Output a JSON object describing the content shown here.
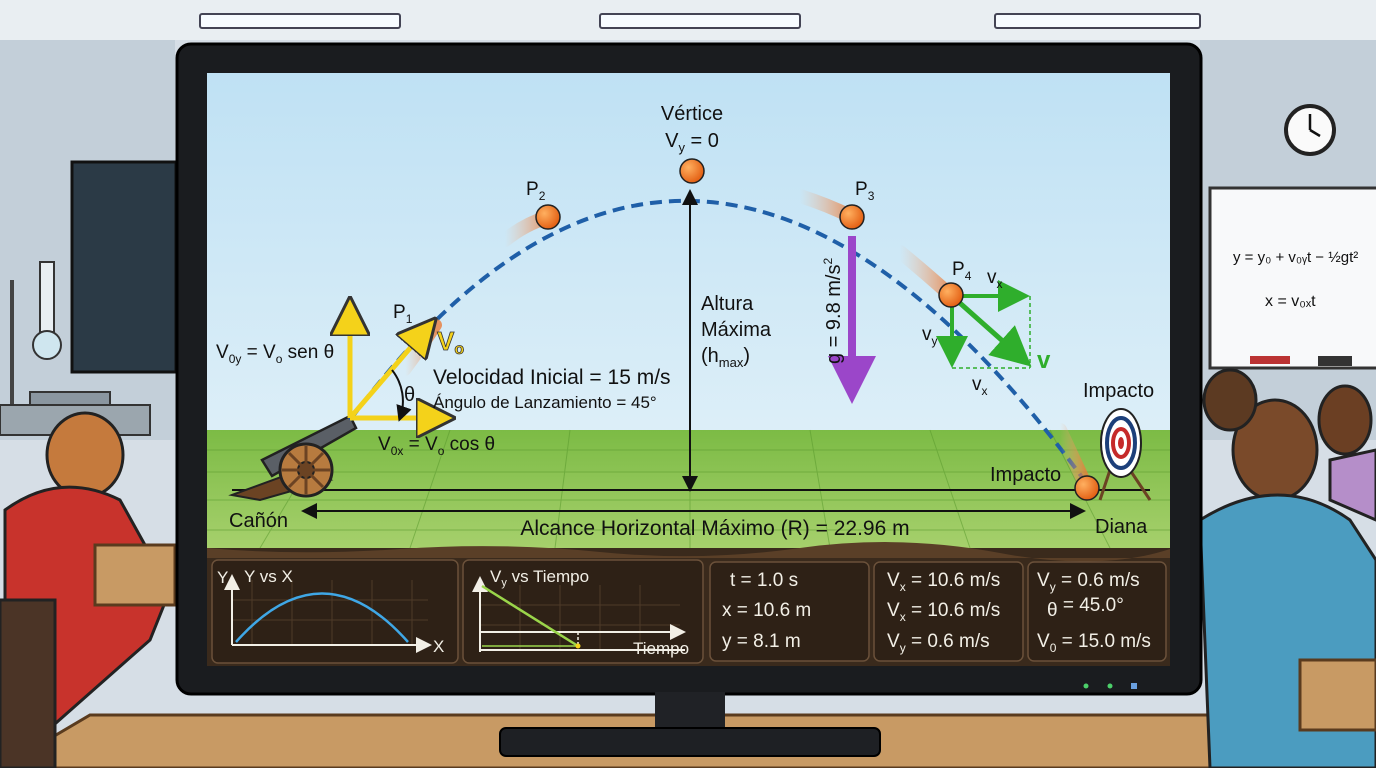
{
  "diagram": {
    "vertex_label": "Vértice",
    "vertex_vy": "V",
    "vertex_vy_sub": "y",
    "vertex_vy_eq": " = 0",
    "p1": "P",
    "p1_sub": "1",
    "p2": "P",
    "p2_sub": "2",
    "p3": "P",
    "p3_sub": "3",
    "p4": "P",
    "p4_sub": "4",
    "v0_label": "V",
    "v0_sub": "o",
    "v0y_eq": {
      "a": "V",
      "a_sub": "0y",
      "b": " = V",
      "b_sub": "o",
      "c": " sen θ"
    },
    "v0x_eq": {
      "a": "V",
      "a_sub": "0x",
      "b": " = V",
      "b_sub": "o",
      "c": " cos θ"
    },
    "theta": "θ",
    "initial_velocity": "Velocidad Inicial = 15 m/s",
    "launch_angle": "Ángulo de Lanzamiento = 45°",
    "max_height_1": "Altura",
    "max_height_2": "Máxima",
    "max_height_3": "(h",
    "max_height_sub": "max",
    "max_height_4": ")",
    "gravity": "g = 9.8 m/s",
    "gravity_sup": "2",
    "vx": "v",
    "vx_sub": "x",
    "vy": "v",
    "vy_sub": "y",
    "v": "v",
    "impact_top": "Impacto",
    "impact_bottom": "Impacto",
    "cannon": "Cañón",
    "target": "Diana",
    "range": "Alcance Horizontal Máximo (R) = 22.96 m"
  },
  "whiteboard": {
    "eq1": "y = y₀ + v₀ᵧt − ½gt²",
    "eq2": "x = v₀ₓt"
  },
  "panels": {
    "yx": {
      "axis_y": "Y",
      "title": "Y vs X",
      "axis_x": "X"
    },
    "vyt": {
      "title_a": "V",
      "title_sub": "y",
      "title_b": " vs Tiempo",
      "axis_x": "Tiempo"
    },
    "stats1": {
      "t": "t = 1.0 s",
      "x": "x = 10.6 m",
      "y": "y = 8.1 m"
    },
    "stats2": {
      "a": {
        "l": "V",
        "s": "x",
        "r": " = 10.6 m/s"
      },
      "b": {
        "l": "V",
        "s": "x",
        "r": " = 10.6 m/s"
      },
      "c": {
        "l": "V",
        "s": "y",
        "r": " = 0.6 m/s"
      }
    },
    "stats3": {
      "a": {
        "l": "V",
        "s": "y",
        "r": " = 0.6 m/s"
      },
      "b": {
        "l": "θ",
        "s": "",
        "r": " = 45.0°"
      },
      "c": {
        "l": "V",
        "s": "0",
        "r": " = 15.0 m/s"
      }
    }
  },
  "colors": {
    "sky": "#cfe8f6",
    "grass": "#6fae3a",
    "trajectory": "#1f5fa8",
    "ball": "#f07a1e",
    "velocity_arrow": "#f4d21a",
    "component_arrow": "#2fae2c",
    "gravity_arrow": "#9b46c9",
    "panel_bg": "#3a2a1c"
  }
}
